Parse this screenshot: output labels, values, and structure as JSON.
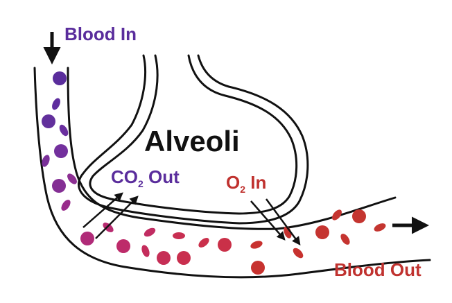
{
  "labels": {
    "blood_in": "Blood In",
    "alveoli": "Alveoli",
    "co2_main": "CO",
    "co2_sub": "2",
    "co2_rest": " Out",
    "o2_main": "O",
    "o2_sub": "2",
    "o2_rest": " In",
    "blood_out": "Blood Out"
  },
  "colors": {
    "blood_in": "#5a2d9c",
    "alveoli": "#111111",
    "co2_out": "#5a2d9c",
    "o2_in": "#c0322f",
    "blood_out": "#c0322f",
    "outline": "#111111"
  }
}
